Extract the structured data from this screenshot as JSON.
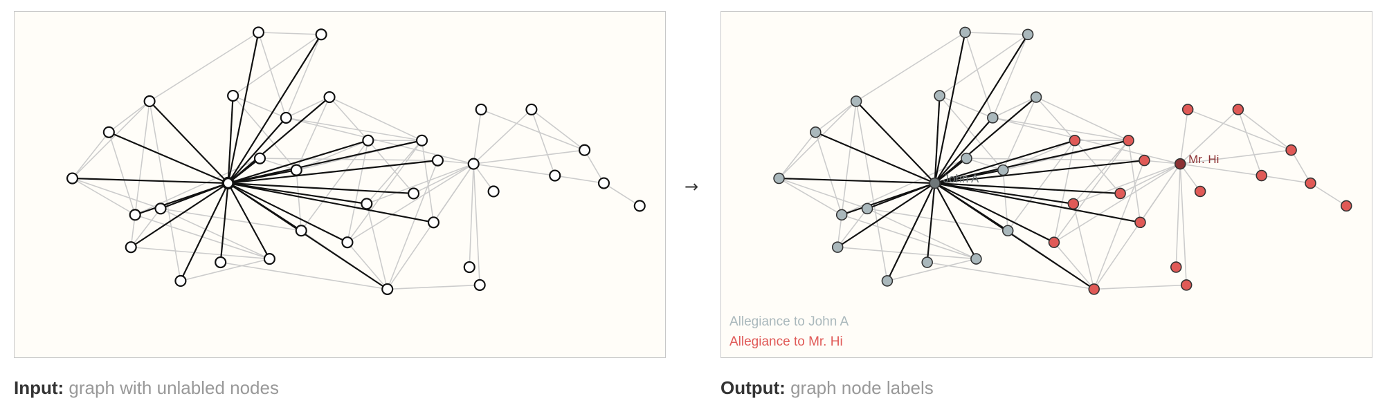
{
  "input_caption": {
    "bold": "Input:",
    "rest": "graph with unlabled nodes"
  },
  "output_caption": {
    "bold": "Output:",
    "rest": "graph node labels"
  },
  "arrow": "→",
  "legend": [
    {
      "label": "Allegiance to John A",
      "color": "#aab8bc"
    },
    {
      "label": "Allegiance to Mr. Hi",
      "color": "#e05a57"
    }
  ],
  "hub_labels": {
    "john": "John A",
    "hi": "Mr. Hi"
  },
  "colors": {
    "panel_bg": "#fffdf8",
    "edge": "#cccccc",
    "edge_strong": "#111111",
    "node_input": "#ffffff",
    "john_group": "#aab8bc",
    "john_hub": "#6f7779",
    "hi_group": "#e05a57",
    "hi_hub": "#8c3234"
  }
}
